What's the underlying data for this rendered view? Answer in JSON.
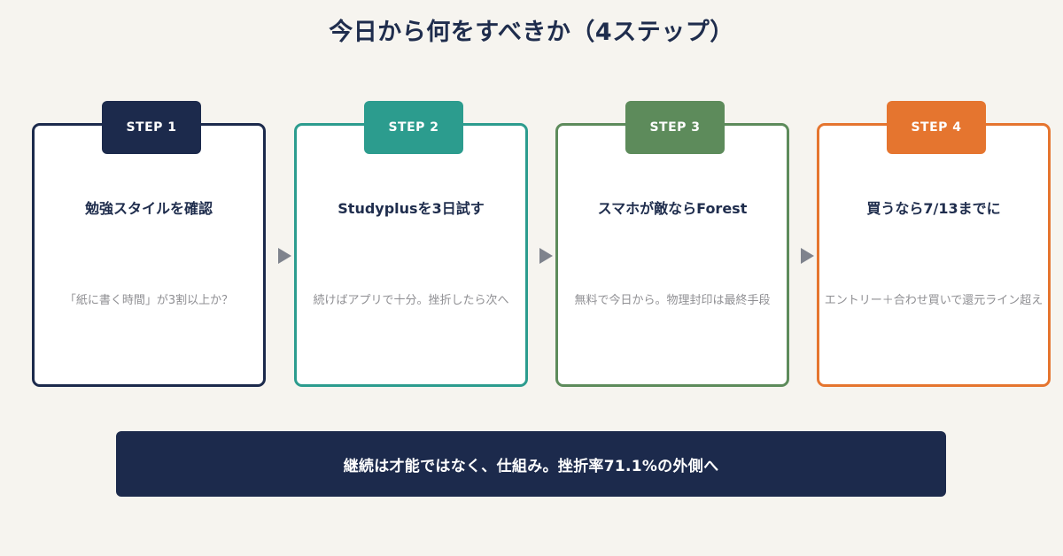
{
  "title": "今日から何をすべきか（4ステップ）",
  "steps": [
    {
      "label": "STEP 1",
      "heading": "勉強スタイルを確認",
      "description": "「紙に書く時間」が3割以上か？",
      "color": "#1c2a4c"
    },
    {
      "label": "STEP 2",
      "heading": "Studyplusを3日試す",
      "description": "続けばアプリで十分。挫折したら次へ",
      "color": "#2c9c8e"
    },
    {
      "label": "STEP 3",
      "heading": "スマホが敵ならForest",
      "description": "無料で今日から。物理封印は最終手段",
      "color": "#5d8b5b"
    },
    {
      "label": "STEP 4",
      "heading": "買うなら7/13までに",
      "description": "エントリー＋合わせ買いで還元ライン超え",
      "color": "#e5752f"
    }
  ],
  "banner": {
    "text": "継続は才能ではなく、仕組み。挫折率71.1%の外側へ"
  }
}
